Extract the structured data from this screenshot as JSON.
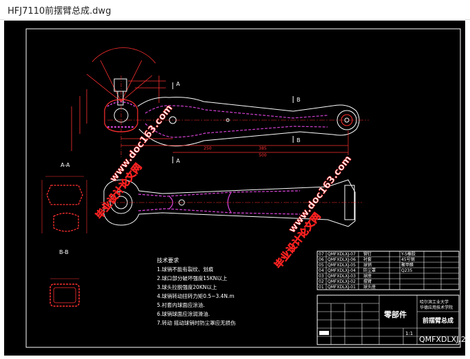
{
  "window": {
    "title": "HFJ7110前摆臂总成.dwg"
  },
  "drawing": {
    "section_labels": {
      "aa": "A-A",
      "bb": "B-B",
      "a": "A",
      "b": "B"
    },
    "dimensions": {
      "d1": "250",
      "d2": "385",
      "d3": "500"
    },
    "tech_requirements": {
      "heading": "技术要求",
      "items": [
        "1.球销不能有裂纹、划痕",
        "2.球口部分破坏强度15KN以上",
        "3.球头拉脱强度20KN以上",
        "4.球销转动扭转力矩0.5~3.4N.m",
        "5.衬套内球面应涂油.",
        "6.球销球面应涂润滑油.",
        "7.转动  摇动球销时防尘罩应无损伤"
      ]
    },
    "title_block": {
      "part_type": "零部件",
      "assembly_name": "前摆臂总成",
      "school": "哈尔滨工业大学",
      "department": "华德应用技术学院",
      "drawing_number": "QMFXDLXJ.2",
      "scale": "1:1",
      "parts": [
        {
          "no": "07",
          "code": "QMFXDLXJ-07",
          "name": "铆钉"
        },
        {
          "no": "06",
          "code": "QMFXDLXJ-06",
          "name": "衬套"
        },
        {
          "no": "05",
          "code": "QMFXDLXJ-05",
          "name": "球销"
        },
        {
          "no": "04",
          "code": "QMFXDLXJ-04",
          "name": "防尘罩"
        },
        {
          "no": "03",
          "code": "QMFXDLXJ-03",
          "name": "球座"
        },
        {
          "no": "02",
          "code": "QMFXDLXJ-02",
          "name": "摆臂"
        },
        {
          "no": "01",
          "code": "QMFXDLXJ-01",
          "name": "球头座"
        }
      ],
      "materials": [
        "Y-5橡胶",
        "45号钢",
        "聚甲醛",
        "Q235"
      ]
    },
    "watermarks": {
      "cn": "毕业设计论文网",
      "url": "www.doc163.com"
    }
  },
  "colors": {
    "background": "#000000",
    "line": "#ffffff",
    "dimension": "#ff3030",
    "hatch": "#d040d0",
    "watermark": "#ffffff",
    "watermark_stroke": "#ff2020"
  }
}
